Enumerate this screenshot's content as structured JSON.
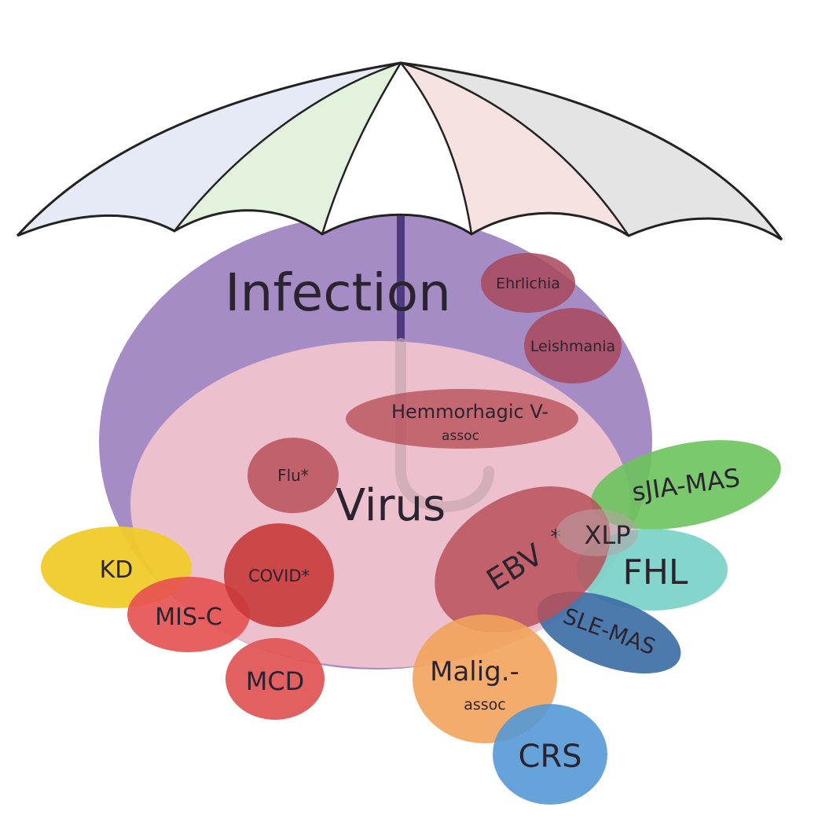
{
  "labels": {
    "infection": "Infection",
    "virus": "Virus",
    "ehrlichia": "Ehrlichia",
    "leishmania": "Leishmania",
    "hemorrhagic_line1": "Hemmorhagic V-",
    "hemorrhagic_line2": "assoc",
    "flu": "Flu*",
    "covid": "COVID*",
    "kd": "KD",
    "misc": "MIS-C",
    "mcd": "MCD",
    "ebv": "EBV",
    "ebv_star": "*",
    "xlp": "XLP",
    "fhl": "FHL",
    "sjia_mas": "sJIA-MAS",
    "sle_mas": "SLE-MAS",
    "malig_line1": "Malig.-",
    "malig_line2": "assoc",
    "crs": "CRS"
  },
  "colors": {
    "infection_fill": "#9b7fbf",
    "virus_fill": "#efc3cd",
    "dark_red": "#b9505a",
    "covid_red": "#c83a3a",
    "kd_yellow": "#f1cb2a",
    "misc_red": "#e55050",
    "mcd_red": "#e25757",
    "sjia_green": "#6cc35c",
    "fhl_teal": "#79d1c7",
    "sle_blue": "#3e6fa6",
    "malig_orange": "#f2a35b",
    "crs_blue": "#5599d6",
    "umbrella_blue": "#e6eaf7",
    "umbrella_green": "#e3f2dd",
    "umbrella_white": "#ffffff",
    "umbrella_pink": "#f6e2e0",
    "umbrella_gray": "#e4e4e4",
    "text_dark": "#2b2430"
  }
}
